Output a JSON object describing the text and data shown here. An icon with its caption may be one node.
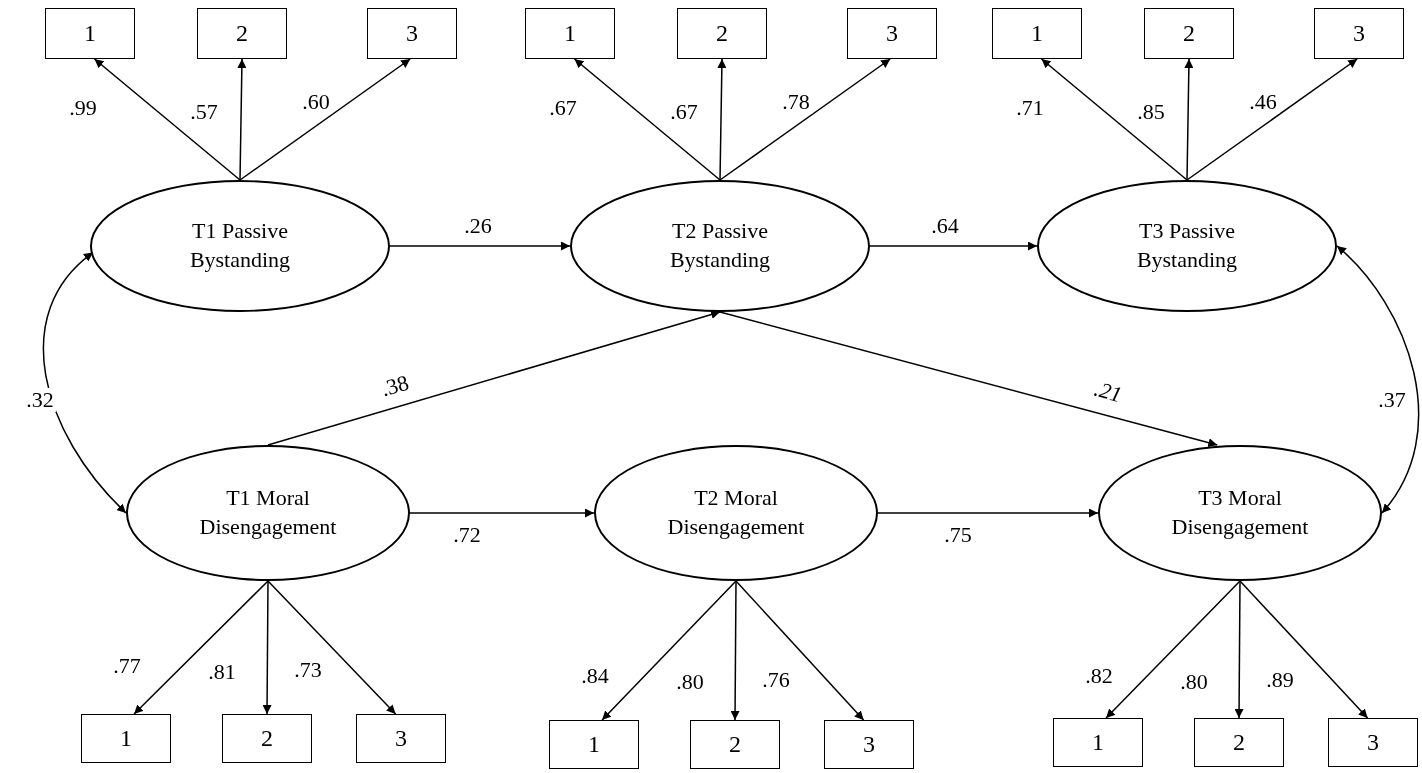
{
  "diagram": {
    "nodes": [
      {
        "text": [
          "1"
        ]
      },
      {
        "text": [
          "2"
        ]
      },
      {
        "text": [
          "3"
        ]
      },
      {
        "text": [
          "1"
        ]
      },
      {
        "text": [
          "2"
        ]
      },
      {
        "text": [
          "3"
        ]
      },
      {
        "text": [
          "1"
        ]
      },
      {
        "text": [
          "2"
        ]
      },
      {
        "text": [
          "3"
        ]
      },
      {
        "text": [
          "T1 Passive Bystanding"
        ]
      },
      {
        "text": [
          "T2 Passive Bystanding"
        ]
      },
      {
        "text": [
          "T3 Passive Bystanding"
        ]
      },
      {
        "text": [
          "T1 Moral Disengagement"
        ]
      },
      {
        "text": [
          "T2 Moral Disengagement"
        ]
      },
      {
        "text": [
          "T3 Moral Disengagement"
        ]
      },
      {
        "text": [
          "1"
        ]
      },
      {
        "text": [
          "2"
        ]
      },
      {
        "text": [
          "3"
        ]
      },
      {
        "text": [
          "1"
        ]
      },
      {
        "text": [
          "2"
        ]
      },
      {
        "text": [
          "3"
        ]
      },
      {
        "text": [
          "1"
        ]
      },
      {
        "text": [
          "2"
        ]
      },
      {
        "text": [
          "3"
        ]
      }
    ],
    "edges": [
      {
        "from": 9,
        "to": 0,
        "arrow": "to",
        "label": ".99"
      },
      {
        "from": 9,
        "to": 1,
        "arrow": "to",
        "label": ".57"
      },
      {
        "from": 9,
        "to": 2,
        "arrow": "to",
        "label": ".60"
      },
      {
        "from": 10,
        "to": 3,
        "arrow": "to",
        "label": ".67"
      },
      {
        "from": 10,
        "to": 4,
        "arrow": "to",
        "label": ".67"
      },
      {
        "from": 10,
        "to": 5,
        "arrow": "to",
        "label": ".78"
      },
      {
        "from": 11,
        "to": 6,
        "arrow": "to",
        "label": ".71"
      },
      {
        "from": 11,
        "to": 7,
        "arrow": "to",
        "label": ".85"
      },
      {
        "from": 11,
        "to": 8,
        "arrow": "to",
        "label": ".46"
      },
      {
        "from": 12,
        "to": 15,
        "arrow": "to",
        "label": ".77"
      },
      {
        "from": 12,
        "to": 16,
        "arrow": "to",
        "label": ".81"
      },
      {
        "from": 12,
        "to": 17,
        "arrow": "to",
        "label": ".73"
      },
      {
        "from": 13,
        "to": 18,
        "arrow": "to",
        "label": ".84"
      },
      {
        "from": 13,
        "to": 19,
        "arrow": "to",
        "label": ".80"
      },
      {
        "from": 13,
        "to": 20,
        "arrow": "to",
        "label": ".76"
      },
      {
        "from": 14,
        "to": 21,
        "arrow": "to",
        "label": ".82"
      },
      {
        "from": 14,
        "to": 22,
        "arrow": "to",
        "label": ".80"
      },
      {
        "from": 14,
        "to": 23,
        "arrow": "to",
        "label": ".89"
      },
      {
        "from": 9,
        "to": 10,
        "arrow": "to",
        "label": ".26"
      },
      {
        "from": 10,
        "to": 11,
        "arrow": "to",
        "label": ".64"
      },
      {
        "from": 12,
        "to": 10,
        "arrow": "to",
        "label": ".38"
      },
      {
        "from": 10,
        "to": 14,
        "arrow": "to",
        "label": ".21"
      },
      {
        "from": 12,
        "to": 13,
        "arrow": "to",
        "label": ".72"
      },
      {
        "from": 13,
        "to": 14,
        "arrow": "to",
        "label": ".75"
      },
      {
        "from": 9,
        "to": 12,
        "arrow": "both",
        "label": ".32"
      },
      {
        "from": 11,
        "to": 14,
        "arrow": "both",
        "label": ".37"
      }
    ]
  }
}
